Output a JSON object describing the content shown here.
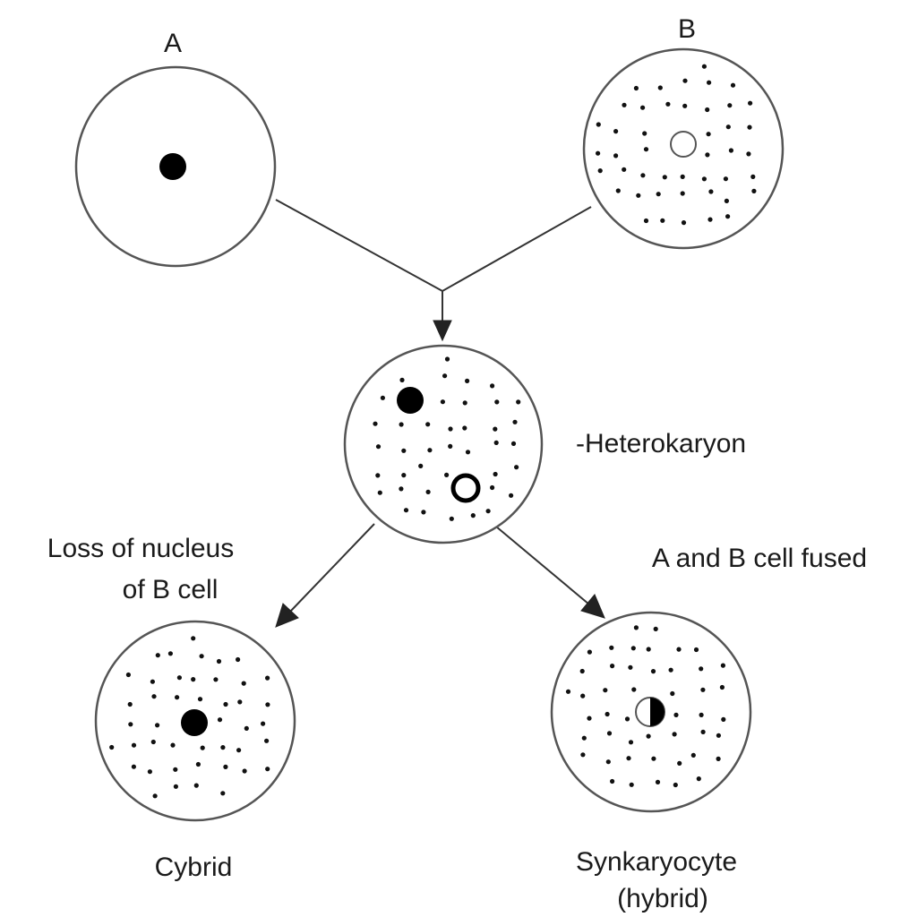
{
  "cells": {
    "a": {
      "label": "A"
    },
    "b": {
      "label": "B"
    },
    "heterokaryon": {
      "label": "-Heterokaryon"
    },
    "cybrid": {
      "label": "Cybrid",
      "note_line1": "Loss of nucleus",
      "note_line2": "of B cell"
    },
    "synkaryocyte": {
      "label_line1": "Synkaryocyte",
      "label_line2": "(hybrid)",
      "note": "A and B cell fused"
    }
  }
}
